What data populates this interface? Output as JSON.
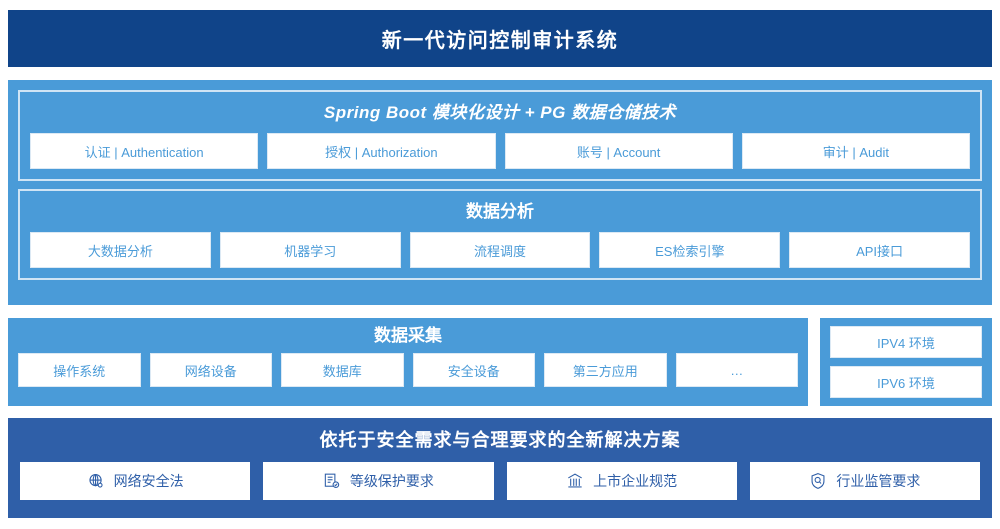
{
  "header": {
    "title": "新一代访问控制审计系统"
  },
  "architecture": {
    "application_layer": {
      "title": "Spring Boot 模块化设计 + PG 数据仓储技术",
      "items": [
        {
          "label": "认证 | Authentication"
        },
        {
          "label": "授权 | Authorization"
        },
        {
          "label": "账号 | Account"
        },
        {
          "label": "审计 | Audit"
        }
      ]
    },
    "analysis_layer": {
      "title": "数据分析",
      "items": [
        {
          "label": "大数据分析"
        },
        {
          "label": "机器学习"
        },
        {
          "label": "流程调度"
        },
        {
          "label": "ES检索引擎"
        },
        {
          "label": "API接口"
        }
      ]
    },
    "collection_layer": {
      "title": "数据采集",
      "items": [
        {
          "label": "操作系统"
        },
        {
          "label": "网络设备"
        },
        {
          "label": "数据库"
        },
        {
          "label": "安全设备"
        },
        {
          "label": "第三方应用"
        },
        {
          "label": "…"
        }
      ]
    },
    "environment": {
      "items": [
        {
          "label": "IPV4 环境"
        },
        {
          "label": "IPV6 环境"
        }
      ]
    },
    "solution_layer": {
      "title": "依托于安全需求与合理要求的全新解决方案",
      "items": [
        {
          "label": "网络安全法",
          "icon": "globe-network-icon"
        },
        {
          "label": "等级保护要求",
          "icon": "document-check-icon"
        },
        {
          "label": "上市企业规范",
          "icon": "bank-building-icon"
        },
        {
          "label": "行业监管要求",
          "icon": "shield-search-icon"
        }
      ]
    }
  },
  "colors": {
    "header_navy": "#104489",
    "panel_blue": "#4A9BD8",
    "solution_blue": "#2F5FA8",
    "chip_text_blue": "#4A9BD8",
    "solution_chip_text": "#2F5FA8",
    "chip_background": "#FFFFFF"
  }
}
